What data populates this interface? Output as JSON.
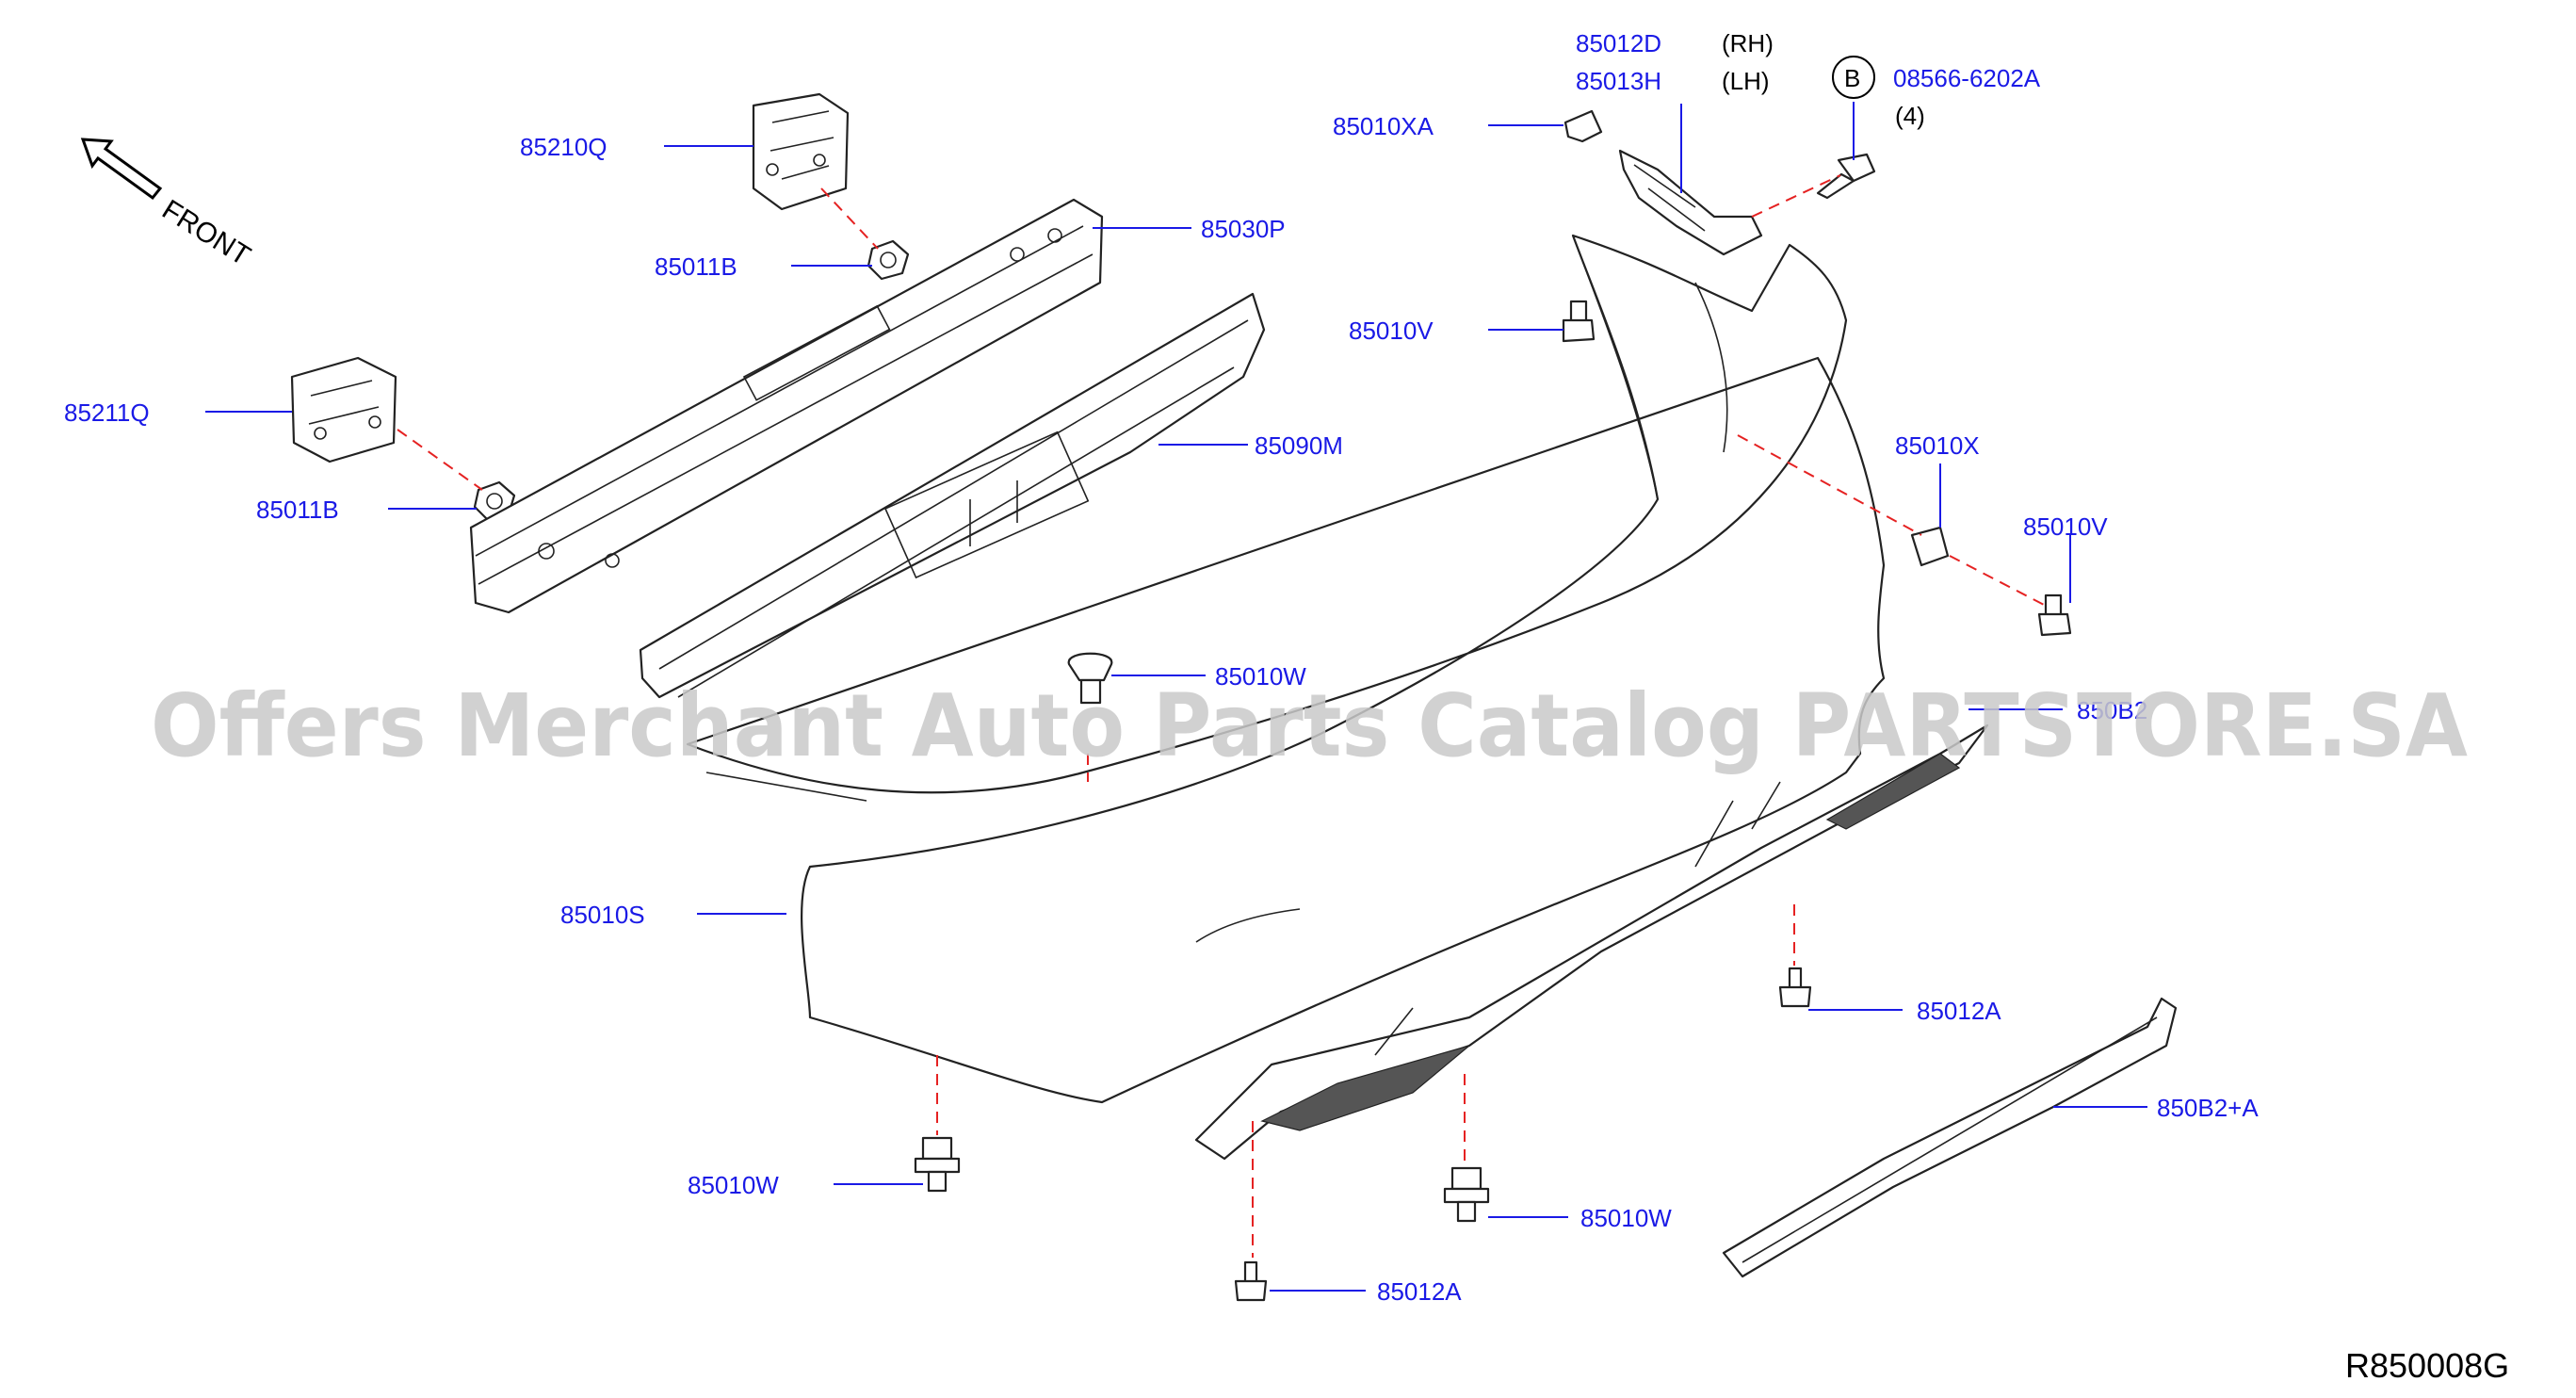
{
  "diagram": {
    "watermark": "Offers Merchant Auto Parts Catalog PARTSTORE.SA",
    "front_label": "FRONT",
    "diagram_code": "R850008G",
    "bolt_symbol": "B",
    "colors": {
      "label": "#1a1ae6",
      "dash": "#e52222",
      "line": "#222222",
      "watermark": "#c9c9c9"
    },
    "labels": {
      "p85210Q": "85210Q",
      "p85011B_top": "85011B",
      "p85030P": "85030P",
      "p85211Q": "85211Q",
      "p85011B_bot": "85011B",
      "p85090M": "85090M",
      "p85010W_mid": "85010W",
      "p85010S": "85010S",
      "p85010W_bl": "85010W",
      "p85012D": "85012D",
      "p85012D_side": "(RH)",
      "p85013H": "85013H",
      "p85013H_side": "(LH)",
      "p08566": "08566-6202A",
      "p08566_qty": "(4)",
      "p85010XA": "85010XA",
      "p85010V_top": "85010V",
      "p85010X": "85010X",
      "p85010V_right": "85010V",
      "p850B2": "850B2",
      "p85012A_right": "85012A",
      "p850B2A": "850B2+A",
      "p85010W_bm": "85010W",
      "p85012A_bot": "85012A"
    }
  }
}
